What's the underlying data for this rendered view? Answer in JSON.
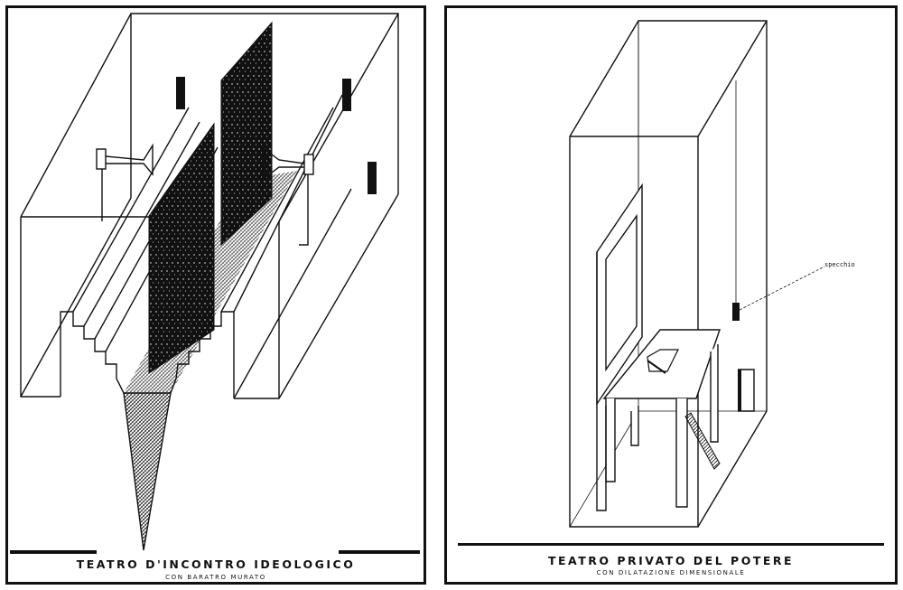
{
  "left_sheet": {
    "title": "TEATRO D'INCONTRO IDEOLOGICO",
    "subtitle": "CON BARATRO MURATO"
  },
  "right_sheet": {
    "title": "TEATRO PRIVATO DEL POTERE",
    "subtitle": "CON DILATAZIONE DIMENSIONALE",
    "label_mirror": "specchio"
  },
  "colors": {
    "ink": "#111111",
    "paper": "#ffffff"
  }
}
